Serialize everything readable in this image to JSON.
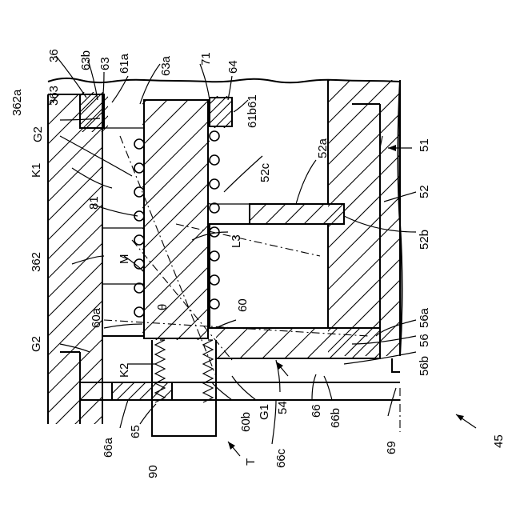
{
  "figure": {
    "labels": [
      {
        "id": "36",
        "text": "36"
      },
      {
        "id": "63b",
        "text": "63b"
      },
      {
        "id": "63",
        "text": "63"
      },
      {
        "id": "61a",
        "text": "61a"
      },
      {
        "id": "63a",
        "text": "63a"
      },
      {
        "id": "71",
        "text": "71"
      },
      {
        "id": "64",
        "text": "64"
      },
      {
        "id": "61",
        "text": "61"
      },
      {
        "id": "61b",
        "text": "61b"
      },
      {
        "id": "52c",
        "text": "52c"
      },
      {
        "id": "52a",
        "text": "52a"
      },
      {
        "id": "51",
        "text": "51"
      },
      {
        "id": "52",
        "text": "52"
      },
      {
        "id": "52b",
        "text": "52b"
      },
      {
        "id": "363",
        "text": "363"
      },
      {
        "id": "362a",
        "text": "362a"
      },
      {
        "id": "G2top",
        "text": "G2"
      },
      {
        "id": "K1",
        "text": "K1"
      },
      {
        "id": "81",
        "text": "81"
      },
      {
        "id": "362",
        "text": "362"
      },
      {
        "id": "M",
        "text": "M"
      },
      {
        "id": "L3",
        "text": "L3"
      },
      {
        "id": "60a",
        "text": "60a"
      },
      {
        "id": "theta",
        "text": "θ"
      },
      {
        "id": "60",
        "text": "60"
      },
      {
        "id": "G2bot",
        "text": "G2"
      },
      {
        "id": "K2",
        "text": "K2"
      },
      {
        "id": "56a",
        "text": "56a"
      },
      {
        "id": "56",
        "text": "56"
      },
      {
        "id": "56b",
        "text": "56b"
      },
      {
        "id": "60b",
        "text": "60b"
      },
      {
        "id": "G1",
        "text": "G1"
      },
      {
        "id": "54",
        "text": "54"
      },
      {
        "id": "66",
        "text": "66"
      },
      {
        "id": "66b",
        "text": "66b"
      },
      {
        "id": "66a",
        "text": "66a"
      },
      {
        "id": "65",
        "text": "65"
      },
      {
        "id": "66c",
        "text": "66c"
      },
      {
        "id": "69",
        "text": "69"
      },
      {
        "id": "45",
        "text": "45"
      },
      {
        "id": "90",
        "text": "90"
      },
      {
        "id": "T",
        "text": "T"
      }
    ]
  }
}
